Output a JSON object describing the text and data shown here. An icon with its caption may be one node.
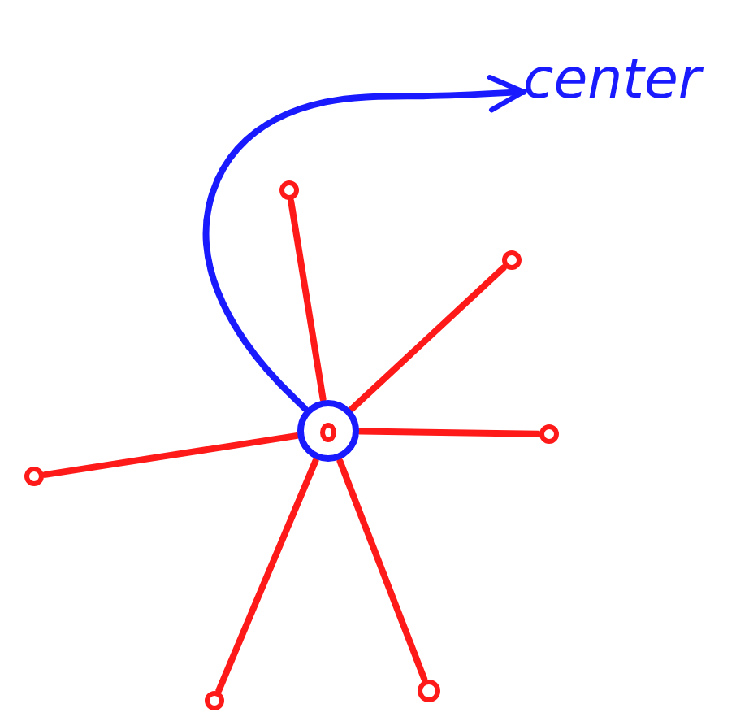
{
  "diagram": {
    "nodes": [
      {
        "text": [
          "center"
        ]
      },
      {
        "text": [],
        "shape": "circle"
      },
      {
        "text": [],
        "shape": "circle"
      },
      {
        "text": [],
        "shape": "circle"
      },
      {
        "text": [],
        "shape": "circle"
      },
      {
        "text": [],
        "shape": "circle"
      },
      {
        "text": [],
        "shape": "circle"
      },
      {
        "text": [],
        "shape": "circle"
      }
    ],
    "edges": [
      {
        "from": 1,
        "to": 0,
        "arrow": "to",
        "color": "#1a1aff"
      },
      {
        "from": 1,
        "to": 2,
        "arrow": "none"
      },
      {
        "from": 1,
        "to": 3,
        "arrow": "none"
      },
      {
        "from": 1,
        "to": 4,
        "arrow": "none"
      },
      {
        "from": 1,
        "to": 5,
        "arrow": "none"
      },
      {
        "from": 1,
        "to": 6,
        "arrow": "none"
      },
      {
        "from": 1,
        "to": 7,
        "arrow": "none"
      }
    ]
  }
}
